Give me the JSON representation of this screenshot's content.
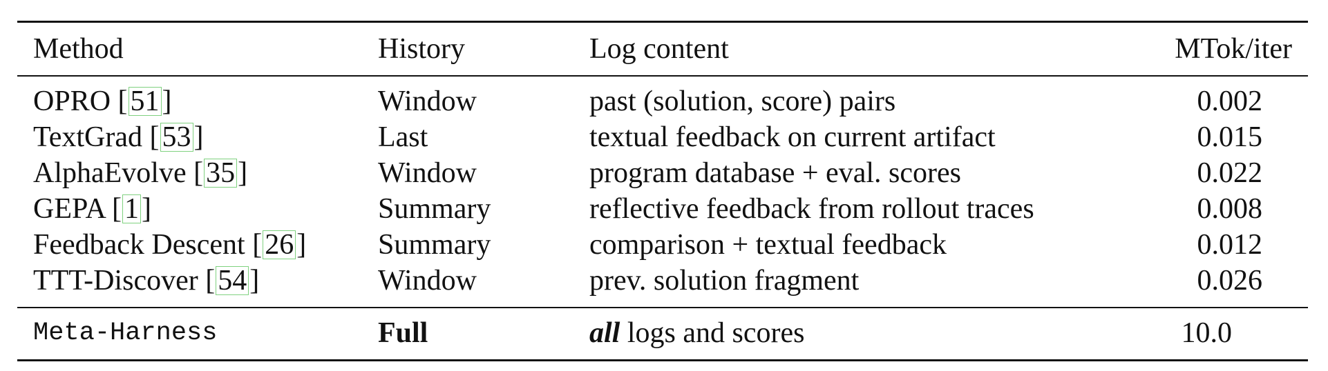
{
  "table": {
    "headers": {
      "method": "Method",
      "history": "History",
      "log_content": "Log content",
      "mtok": "MTok/iter"
    },
    "rows": [
      {
        "method": "OPRO",
        "cite": "51",
        "history": "Window",
        "log": "past (solution, score) pairs",
        "mtok": "0.002"
      },
      {
        "method": "TextGrad",
        "cite": "53",
        "history": "Last",
        "log": "textual feedback on current artifact",
        "mtok": "0.015"
      },
      {
        "method": "AlphaEvolve",
        "cite": "35",
        "history": "Window",
        "log": "program database + eval. scores",
        "mtok": "0.022"
      },
      {
        "method": "GEPA",
        "cite": "1",
        "history": "Summary",
        "log": "reflective feedback from rollout traces",
        "mtok": "0.008"
      },
      {
        "method": "Feedback Descent",
        "cite": "26",
        "history": "Summary",
        "log": "comparison + textual feedback",
        "mtok": "0.012"
      },
      {
        "method": "TTT-Discover",
        "cite": "54",
        "history": "Window",
        "log": "prev. solution fragment",
        "mtok": "0.026"
      }
    ],
    "ours": {
      "method": "Meta-Harness",
      "history": "Full",
      "log_emph": "all",
      "log_rest": " logs and scores",
      "mtok": "10.0"
    }
  }
}
